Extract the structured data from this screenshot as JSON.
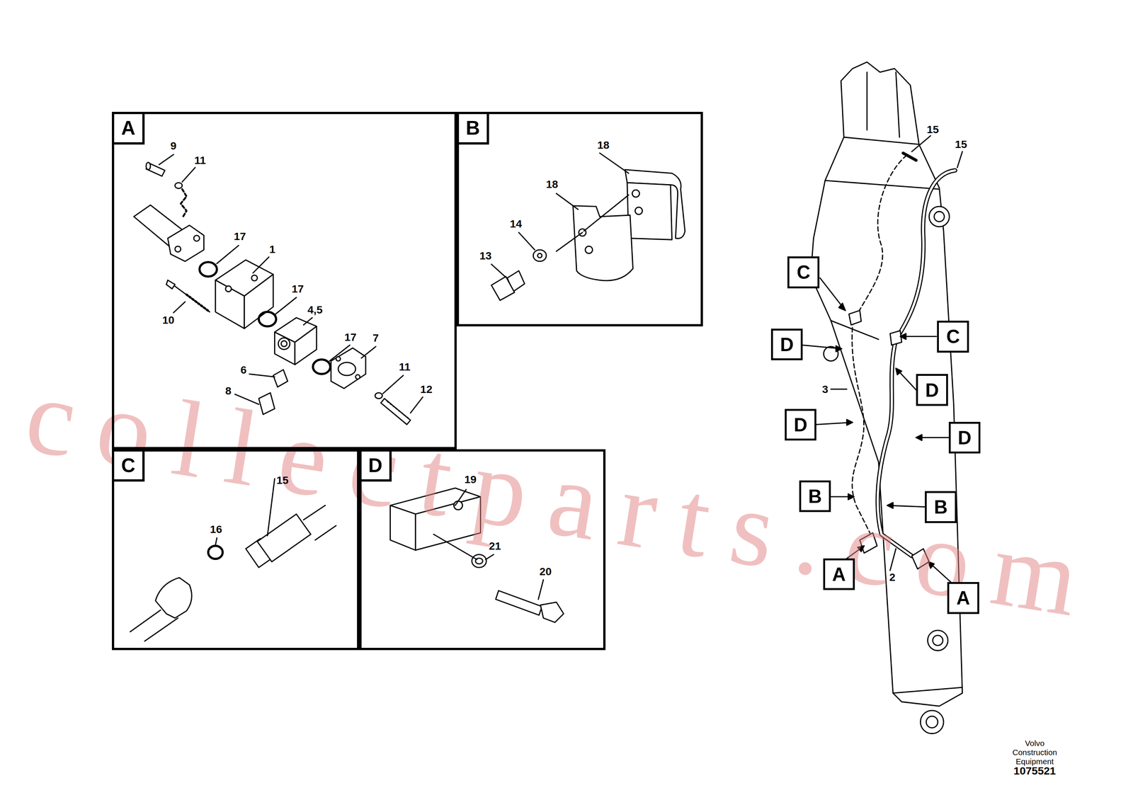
{
  "diagram": {
    "nodes": [
      {
        "text": [
          "A"
        ]
      },
      {
        "text": [
          "B"
        ]
      },
      {
        "text": [
          "C"
        ]
      },
      {
        "text": [
          "D"
        ]
      },
      {
        "text": [
          "C"
        ]
      },
      {
        "text": [
          "C"
        ]
      },
      {
        "text": [
          "D"
        ]
      },
      {
        "text": [
          "D"
        ]
      },
      {
        "text": [
          "D"
        ]
      },
      {
        "text": [
          "D"
        ]
      },
      {
        "text": [
          "B"
        ]
      },
      {
        "text": [
          "B"
        ]
      },
      {
        "text": [
          "A"
        ]
      },
      {
        "text": [
          "A"
        ]
      }
    ],
    "labels": [
      "9",
      "11",
      "17",
      "1",
      "10",
      "17",
      "4,5",
      "17",
      "7",
      "6",
      "11",
      "12",
      "8",
      "18",
      "18",
      "14",
      "13",
      "15",
      "16",
      "19",
      "21",
      "20",
      "15",
      "15",
      "3",
      "2",
      "Volvo Construction Equipment",
      "1075521",
      "collectparts.com"
    ]
  }
}
